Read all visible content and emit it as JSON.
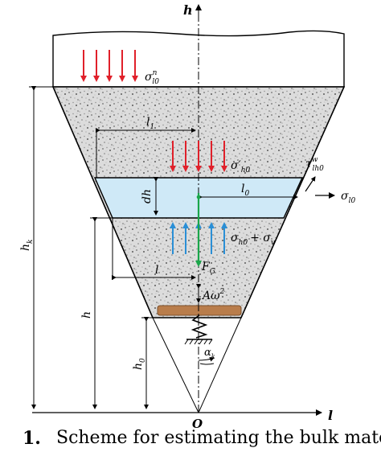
{
  "labels": {
    "h_axis": "h",
    "l_axis": "l",
    "origin": "O",
    "sigma_top": "σ",
    "sigma_top_sup": "n",
    "sigma_top_sub": "l0",
    "sigma_h0_prime": "σ′",
    "sigma_h0_prime_sub": "h0",
    "tau": "τ",
    "tau_sup": "w",
    "tau_sub": "lh0",
    "sigma_l0": "σ",
    "sigma_l0_sub": "l0",
    "sigma_h0_sum": "σ",
    "sigma_h0_sum_sub": "h0",
    "sigma_h0_sum_tail": "+ σ",
    "sigma_h0_sum_tail_sub": "v",
    "l1": "l",
    "l1_sub": "1",
    "l0": "l",
    "l0_sub": "0",
    "l_small": "l",
    "dh": "dh",
    "hk": "h",
    "hk_sub": "k",
    "h": "h",
    "h0": "h",
    "h0_sub": "0",
    "FG": "F",
    "FG_sub": "G",
    "Aomega": "Aω",
    "Aomega_sup": "2",
    "alpha": "α",
    "alpha_sub": "k"
  },
  "caption": {
    "number": "1.",
    "text": "Scheme for estimating the bulk mate"
  },
  "colors": {
    "red_arrows": "#e0202a",
    "blue_arrows": "#2a8fd6",
    "green_force": "#1aa64a",
    "layer_fill": "#cfe9f7",
    "plate_fill": "#b97d4b",
    "granular_fill": "#d9d9d9"
  }
}
